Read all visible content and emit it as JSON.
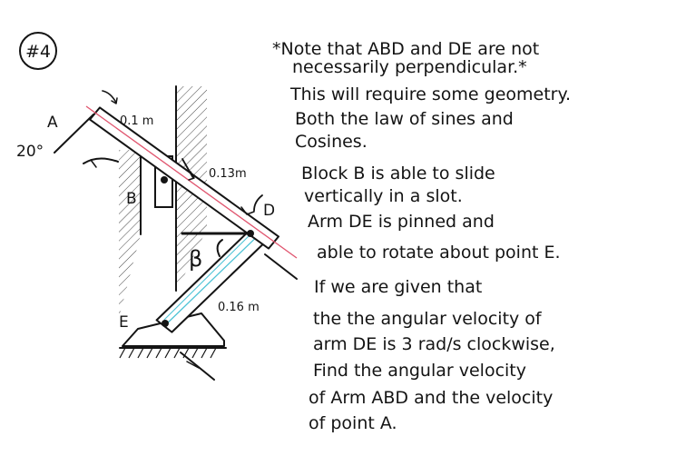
{
  "problem_number": "#4",
  "labels": {
    "A": "A",
    "B": "B",
    "D": "D",
    "E": "E",
    "beta": "β",
    "angle": "20°",
    "dim_top": "0.1 m",
    "dim_mid": "0.13m",
    "dim_bottom": "0.16 m"
  },
  "text_lines": [
    "*Note that ABD and DE are not",
    "necessarily perpendicular.*",
    "This will require some geometry.",
    "Both the law of sines and",
    "Cosines.",
    "Block B is able to slide",
    "vertically in a slot.",
    "Arm DE is pinned and",
    "able to rotate about point E.",
    "If we are given that",
    "the the angular velocity of",
    "arm DE is 3 rad/s clockwise,",
    "Find the angular velocity",
    "of Arm ABD and the velocity",
    "of point A."
  ],
  "colors": {
    "ink": "#141414",
    "axis_red": "#e0546e",
    "axis_cyan": "#4ec3d6"
  }
}
